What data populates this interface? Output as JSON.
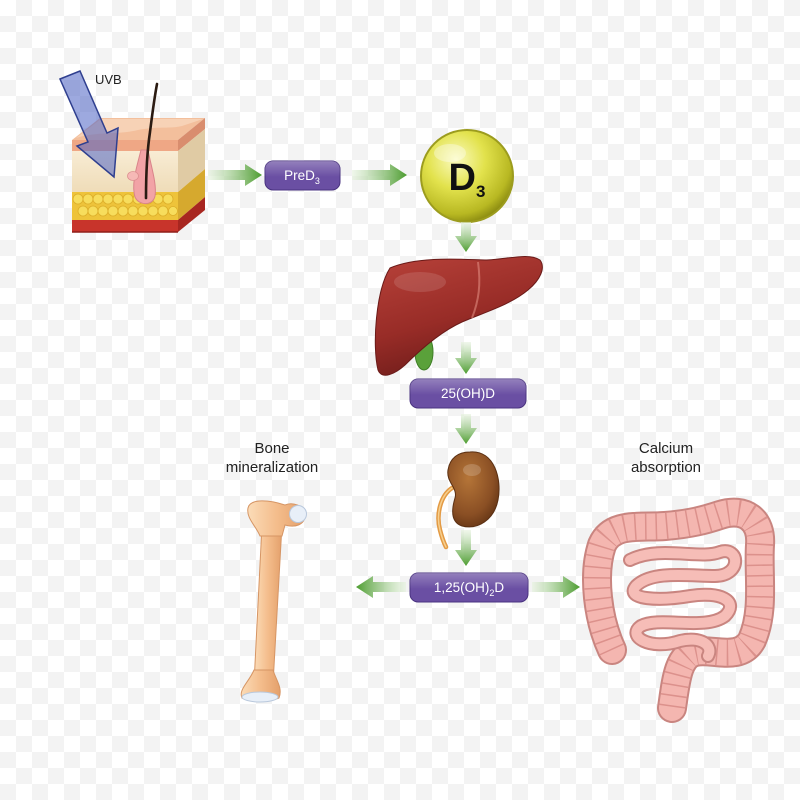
{
  "diagram": {
    "uvb_label": "UVB",
    "pre_d3": {
      "main": "PreD",
      "sub": "3"
    },
    "d3": {
      "main": "D",
      "sub": "3"
    },
    "calcidiol": "25(OH)D",
    "calcitriol": {
      "pre": "1,25(OH)",
      "sub": "2",
      "post": "D"
    },
    "bone_label": {
      "line1": "Bone",
      "line2": "mineralization"
    },
    "calcium_label": {
      "line1": "Calcium",
      "line2": "absorption"
    }
  },
  "colors": {
    "pill": "#6a4fa3",
    "arrow": "#4c9c2f",
    "uvb_arrow": "#4c63c4",
    "d3_ball": "#cfcf38",
    "liver": "#9b2f2a",
    "kidney": "#8a4f24",
    "bone": "#f4bd8c",
    "intestine": "#f3b1ab"
  },
  "icons": {
    "skin": "skin-cross-section-icon",
    "liver": "liver-icon",
    "kidney": "kidney-icon",
    "bone": "bone-icon",
    "intestines": "intestines-icon"
  }
}
